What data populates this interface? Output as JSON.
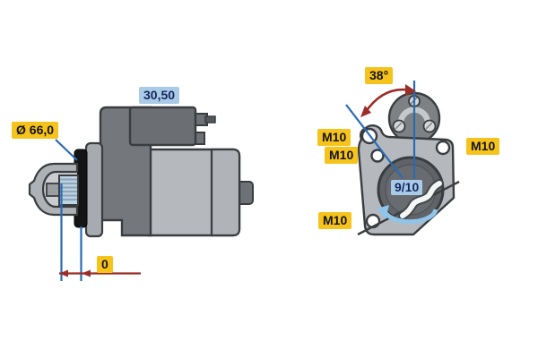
{
  "side_view": {
    "diameter_label": "Ø 66,0",
    "solenoid_length_label": "30,50",
    "pinion_offset_label": "0"
  },
  "end_view": {
    "pivot_angle_label": "38°",
    "gear_teeth_label": "9/10",
    "thread_labels": [
      "M10",
      "M10",
      "M10",
      "M10"
    ]
  },
  "colors": {
    "background": "#FFFFFF",
    "highlight_yellow": "#F6C31C",
    "highlight_blue": "#A9CBE8",
    "label_text_dark": "#131313",
    "label_text_navy": "#16265C",
    "dimension_blue": "#2A6AB5",
    "dimension_red": "#9B2D28",
    "rotation_arrow_blue": "#90C4E9",
    "part_light_gray": "#B5B9BD",
    "part_dark_gray": "#6E7276",
    "outline_gray": "#3A3D40",
    "flange_black": "#141414",
    "pinion_blue_gray": "#BFD4E4"
  }
}
